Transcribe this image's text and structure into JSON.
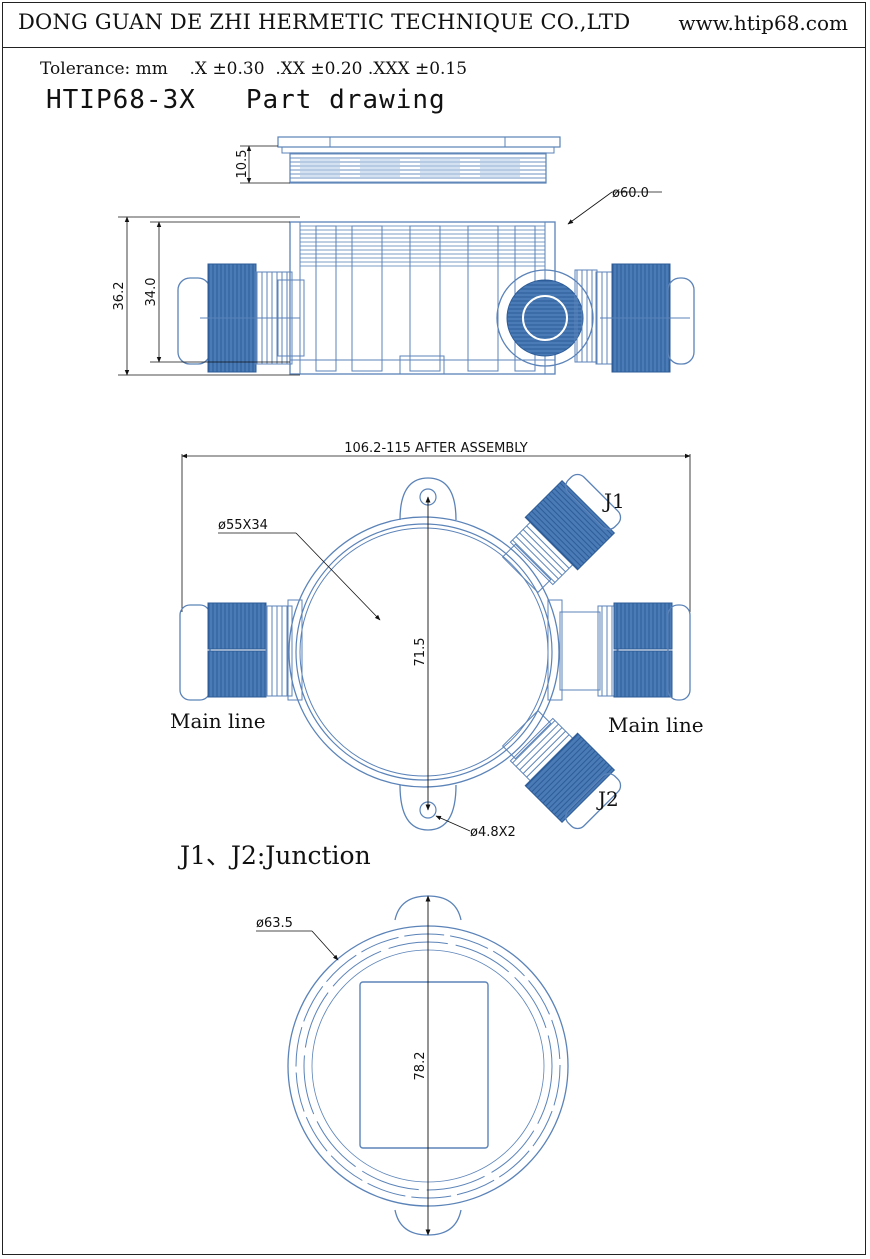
{
  "header": {
    "company": "DONG GUAN DE ZHI HERMETIC TECHNIQUE CO.,LTD",
    "website": "www.htip68.com"
  },
  "tolerance": "Tolerance: mm    .X ±0.30  .XX ±0.20 .XXX ±0.15",
  "title": "HTIP68-3X   Part drawing",
  "side_view": {
    "dim_lid_height": "10.5",
    "dim_diameter": "ø60.0",
    "dim_total_height": "36.2",
    "dim_body_height": "34.0"
  },
  "top_view": {
    "dim_width": "106.2-115 AFTER ASSEMBLY",
    "dim_inner": "ø55X34",
    "dim_length": "71.5",
    "dim_holes": "ø4.8X2",
    "label_j1": "J1",
    "label_j2": "J2",
    "label_main_left": "Main line",
    "label_main_right": "Main line"
  },
  "legend": "J1、J2:Junction",
  "lid_view": {
    "dim_diameter": "ø63.5",
    "dim_length": "78.2"
  },
  "colors": {
    "outline": "#5b83b8",
    "fill_blue": "#3f72b0",
    "line": "#111111"
  }
}
